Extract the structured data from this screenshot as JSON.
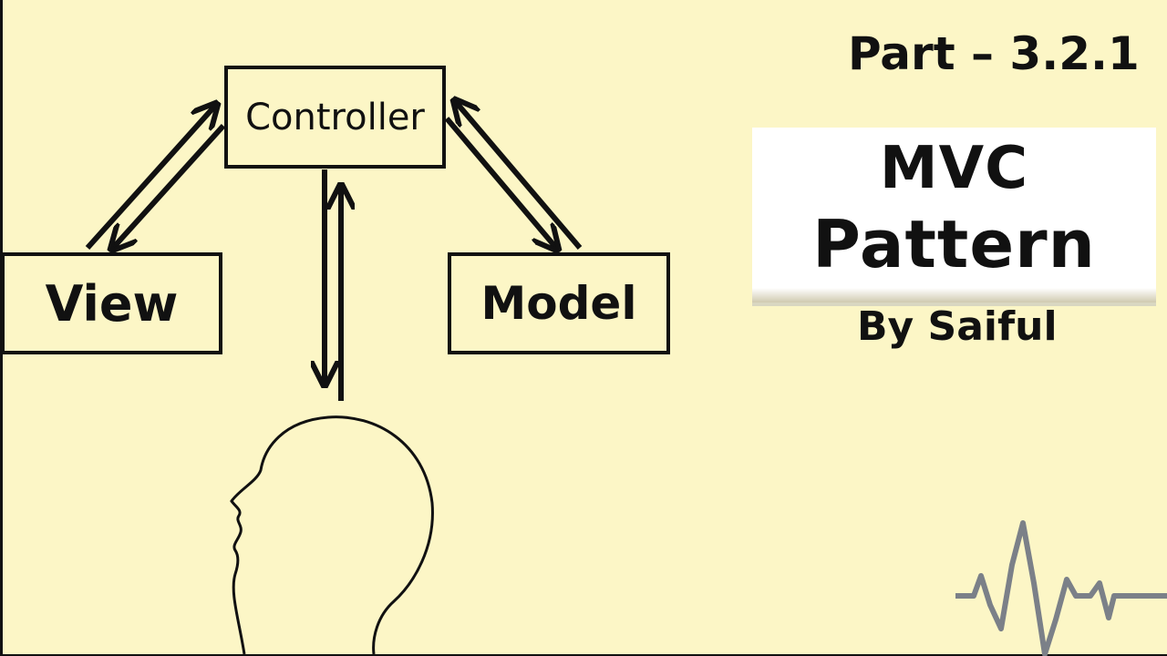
{
  "diagram": {
    "nodes": {
      "controller": "Controller",
      "view": "View",
      "model": "Model"
    },
    "edges": [
      {
        "from": "controller",
        "to": "view",
        "direction": "bidirectional"
      },
      {
        "from": "controller",
        "to": "model",
        "direction": "bidirectional"
      },
      {
        "from": "controller",
        "to": "user",
        "direction": "bidirectional"
      }
    ],
    "user_icon": "head-silhouette-icon",
    "decoration_icon": "heartbeat-line-icon"
  },
  "header": {
    "part": "Part – 3.2.1"
  },
  "title_card": {
    "line1": "MVC",
    "line2": "Pattern"
  },
  "author": "By Saiful",
  "colors": {
    "background": "#fcf6c6",
    "ink": "#111111",
    "heartbeat": "#7b8088"
  }
}
